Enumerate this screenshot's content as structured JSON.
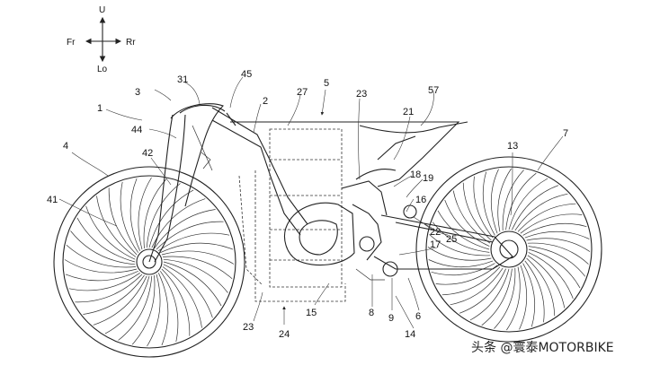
{
  "orientation": {
    "up": "U",
    "down": "Lo",
    "front": "Fr",
    "rear": "Rr"
  },
  "reference_numerals": [
    {
      "id": "n3",
      "text": "3"
    },
    {
      "id": "n31",
      "text": "31"
    },
    {
      "id": "n45",
      "text": "45"
    },
    {
      "id": "n27",
      "text": "27"
    },
    {
      "id": "n5",
      "text": "5"
    },
    {
      "id": "n23a",
      "text": "23"
    },
    {
      "id": "n57",
      "text": "57"
    },
    {
      "id": "n1",
      "text": "1"
    },
    {
      "id": "n2",
      "text": "2"
    },
    {
      "id": "n44",
      "text": "44"
    },
    {
      "id": "n21",
      "text": "21"
    },
    {
      "id": "n7",
      "text": "7"
    },
    {
      "id": "n4",
      "text": "4"
    },
    {
      "id": "n42",
      "text": "42"
    },
    {
      "id": "n13",
      "text": "13"
    },
    {
      "id": "n18",
      "text": "18"
    },
    {
      "id": "n19",
      "text": "19"
    },
    {
      "id": "n16",
      "text": "16"
    },
    {
      "id": "n41",
      "text": "41"
    },
    {
      "id": "n22",
      "text": "22"
    },
    {
      "id": "n25",
      "text": "25"
    },
    {
      "id": "n17",
      "text": "17"
    },
    {
      "id": "n8",
      "text": "8"
    },
    {
      "id": "n9",
      "text": "9"
    },
    {
      "id": "n6",
      "text": "6"
    },
    {
      "id": "n15",
      "text": "15"
    },
    {
      "id": "n23b",
      "text": "23"
    },
    {
      "id": "n14",
      "text": "14"
    },
    {
      "id": "n24",
      "text": "24"
    }
  ],
  "watermark": "头条 @寰泰MOTORBIKE"
}
